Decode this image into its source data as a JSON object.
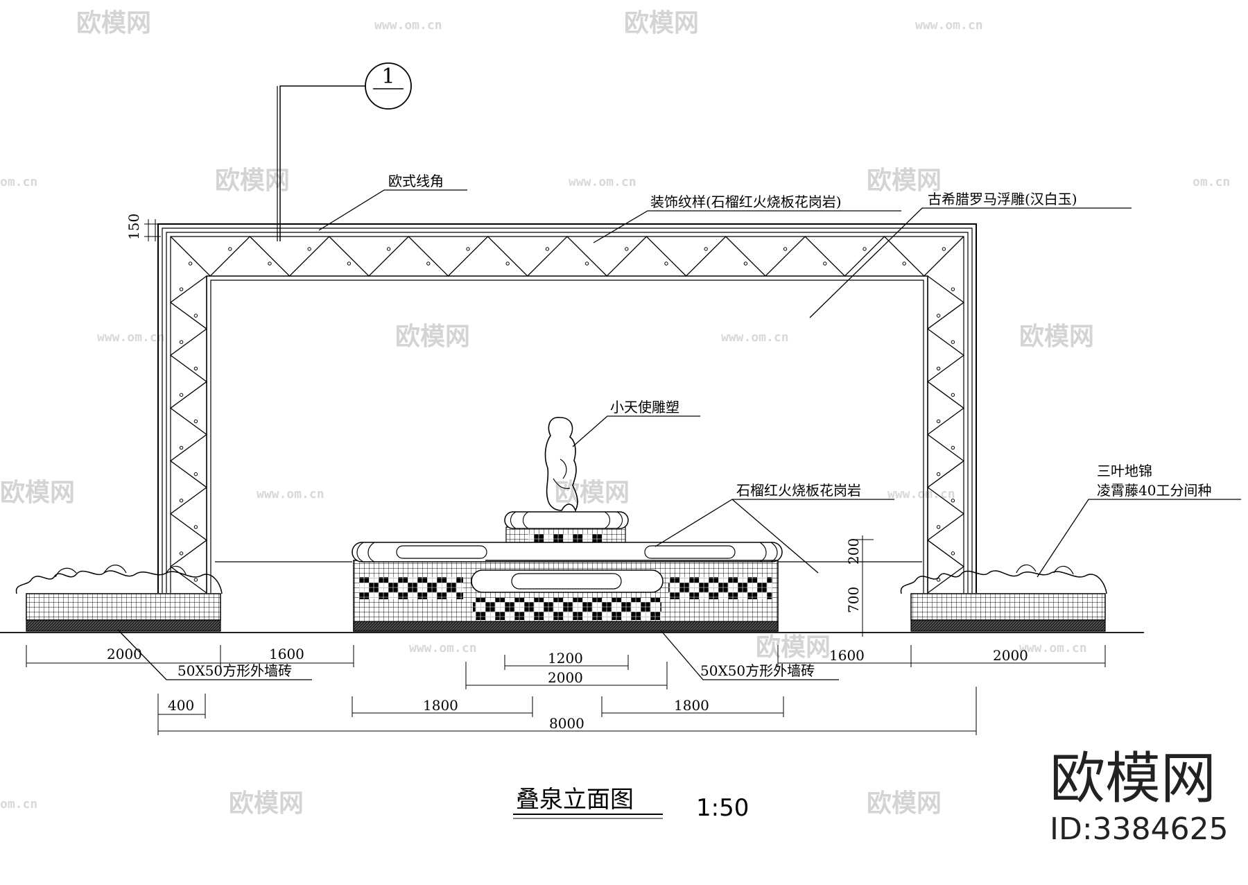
{
  "title": {
    "name": "叠泉立面图",
    "scale": "1:50"
  },
  "detail_marker": {
    "number": "1"
  },
  "labels": {
    "european_molding": "欧式线角",
    "decorative_pattern": "装饰纹样(石榴红火烧板花岗岩)",
    "relief": "古希腊罗马浮雕(汉白玉)",
    "angel_sculpture": "小天使雕塑",
    "granite": "石榴红火烧板花岗岩",
    "planting_line1": "三叶地锦",
    "planting_line2": "凌霄藤40工分间种",
    "tile_left": "50X50方形外墙砖",
    "tile_right": "50X50方形外墙砖"
  },
  "dimensions": {
    "top_band": "150",
    "pool_cap": "200",
    "pool_body": "700",
    "planter_left": "2000",
    "gap_left": "1600",
    "inner_small": "1200",
    "inner_large": "2000",
    "gap_right": "1600",
    "planter_right": "2000",
    "offset_left": "400",
    "half_left": "1800",
    "half_right": "1800",
    "overall": "8000"
  },
  "watermark": {
    "brand": "欧模网",
    "url": "www.om.cn",
    "id": "ID:3384625"
  },
  "colors": {
    "line": "#000000",
    "background": "#ffffff",
    "watermark": "#d4d4d4"
  }
}
